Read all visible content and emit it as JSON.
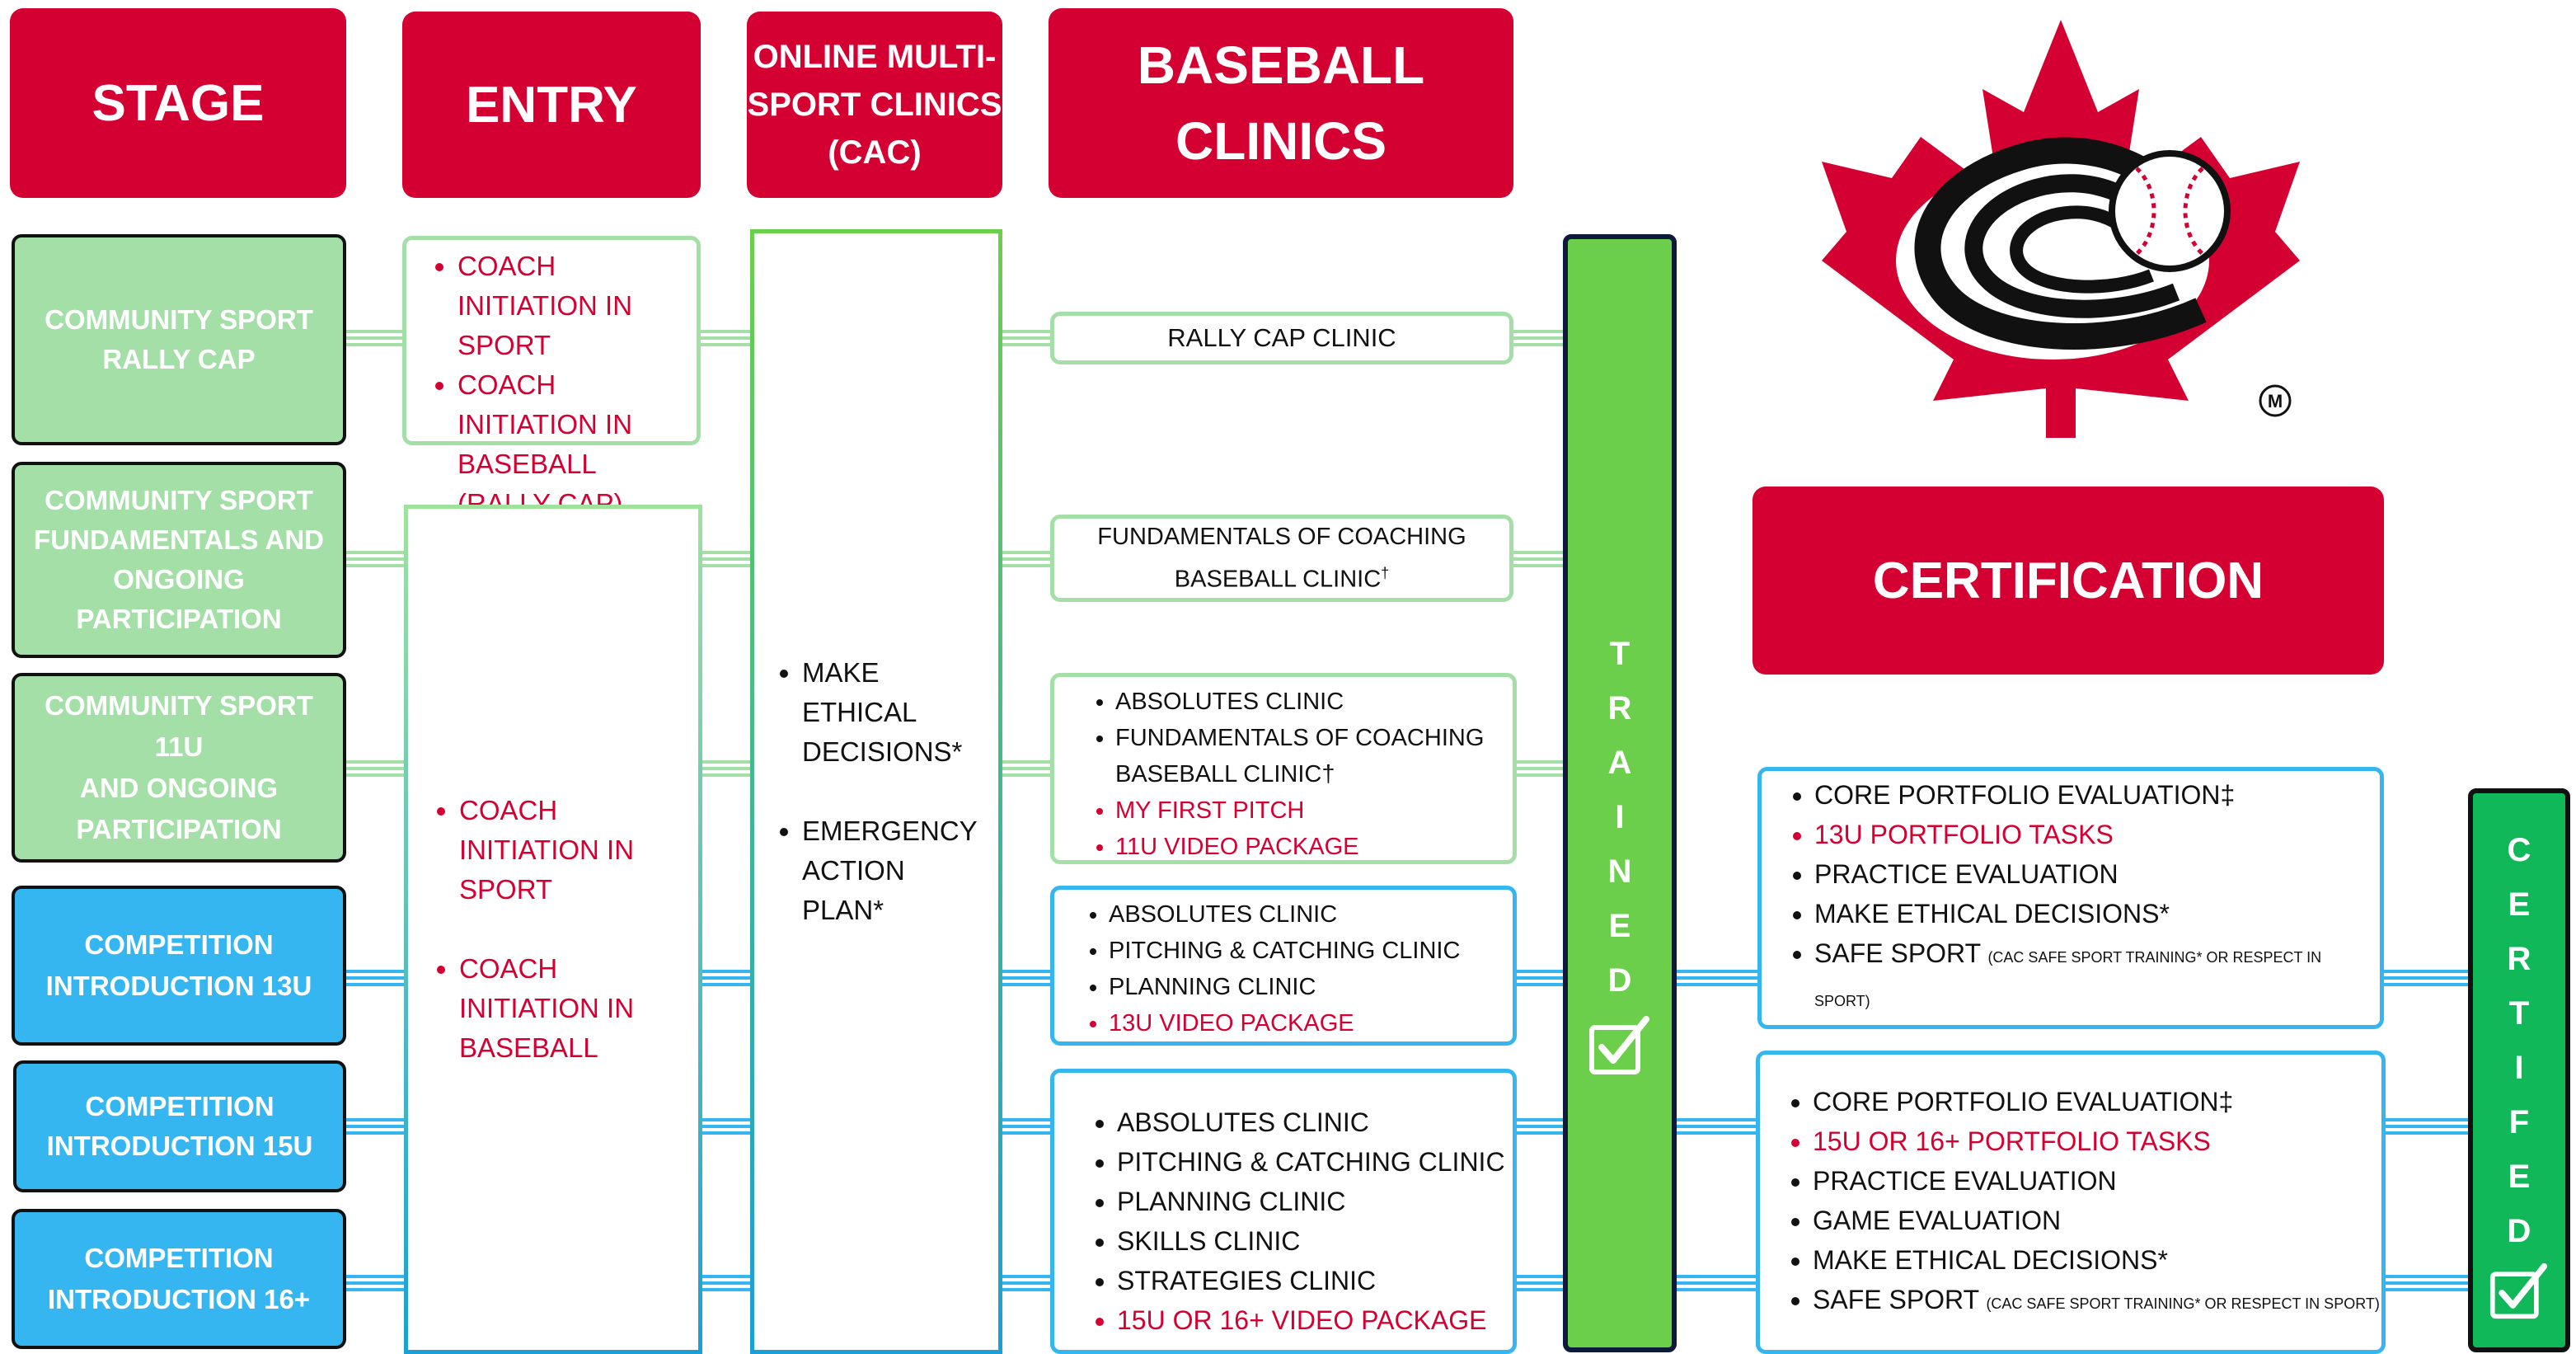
{
  "headers": {
    "stage": "STAGE",
    "entry": "ENTRY",
    "online_line1": "ONLINE MULTI-",
    "online_line2": "SPORT CLINICS",
    "online_line3": "(CAC)",
    "clinics_line1": "BASEBALL",
    "clinics_line2": "CLINICS",
    "certification": "CERTIFICATION"
  },
  "stages": [
    {
      "line1": "COMMUNITY SPORT",
      "line2": "RALLY CAP",
      "line3": "",
      "line4": ""
    },
    {
      "line1": "COMMUNITY SPORT",
      "line2": "FUNDAMENTALS AND",
      "line3": "ONGOING",
      "line4": "PARTICIPATION"
    },
    {
      "line1": "COMMUNITY SPORT 11U",
      "line2": "AND ONGOING",
      "line3": "PARTICIPATION",
      "line4": ""
    },
    {
      "line1": "COMPETITION",
      "line2": "INTRODUCTION 13U",
      "line3": "",
      "line4": ""
    },
    {
      "line1": "COMPETITION",
      "line2": "INTRODUCTION 15U",
      "line3": "",
      "line4": ""
    },
    {
      "line1": "COMPETITION",
      "line2": "INTRODUCTION 16+",
      "line3": "",
      "line4": ""
    }
  ],
  "entry": {
    "rally": [
      "COACH INITIATION IN SPORT",
      "COACH INITIATION IN BASEBALL (RALLY CAP)"
    ],
    "main": [
      "COACH INITIATION IN SPORT",
      "COACH INITIATION IN BASEBALL"
    ]
  },
  "online": [
    "MAKE ETHICAL DECISIONS*",
    "EMERGENCY ACTION PLAN*"
  ],
  "clinics": {
    "rally_cap": "RALLY CAP CLINIC",
    "fundamentals_line1": "FUNDAMENTALS OF COACHING",
    "fundamentals_line2": "BASEBALL CLINIC",
    "dagger": "†",
    "u11": [
      {
        "text": "ABSOLUTES CLINIC",
        "red": false
      },
      {
        "text": "FUNDAMENTALS OF COACHING BASEBALL CLINIC†",
        "red": false
      },
      {
        "text": "MY FIRST PITCH",
        "red": true
      },
      {
        "text": "11U VIDEO PACKAGE",
        "red": true
      }
    ],
    "u13": [
      {
        "text": "ABSOLUTES CLINIC",
        "red": false
      },
      {
        "text": "PITCHING & CATCHING CLINIC",
        "red": false
      },
      {
        "text": "PLANNING CLINIC",
        "red": false
      },
      {
        "text": "13U VIDEO PACKAGE",
        "red": true
      }
    ],
    "u15": [
      {
        "text": "ABSOLUTES CLINIC",
        "red": false
      },
      {
        "text": "PITCHING & CATCHING CLINIC",
        "red": false
      },
      {
        "text": "PLANNING CLINIC",
        "red": false
      },
      {
        "text": "SKILLS CLINIC",
        "red": false
      },
      {
        "text": "STRATEGIES CLINIC",
        "red": false
      },
      {
        "text": "15U OR 16+ VIDEO PACKAGE",
        "red": true
      }
    ]
  },
  "trained_word": "TRAINED",
  "certified_word": "CERTIFED",
  "cert": {
    "u13": [
      {
        "text": "CORE PORTFOLIO EVALUATION‡",
        "red": false
      },
      {
        "text": "13U PORTFOLIO TASKS",
        "red": true
      },
      {
        "text": "PRACTICE EVALUATION",
        "red": false
      },
      {
        "text": "MAKE ETHICAL DECISIONS*",
        "red": false
      }
    ],
    "u15": [
      {
        "text": "CORE PORTFOLIO EVALUATION‡",
        "red": false
      },
      {
        "text": "15U OR 16+ PORTFOLIO TASKS",
        "red": true
      },
      {
        "text": "PRACTICE EVALUATION",
        "red": false
      },
      {
        "text": "GAME EVALUATION",
        "red": false
      },
      {
        "text": "MAKE ETHICAL DECISIONS*",
        "red": false
      }
    ],
    "safe_sport": "SAFE SPORT",
    "safe_sport_note": "(CAC SAFE SPORT TRAINING* OR RESPECT IN SPORT)"
  },
  "logo_mark": "M",
  "colors": {
    "red": "#d50032",
    "stage_green": "#a4dfa7",
    "stage_blue": "#36b6f0",
    "trained_green": "#6bcf4b",
    "certified_green": "#10b85a",
    "bar_border": "#0d1a3a"
  }
}
